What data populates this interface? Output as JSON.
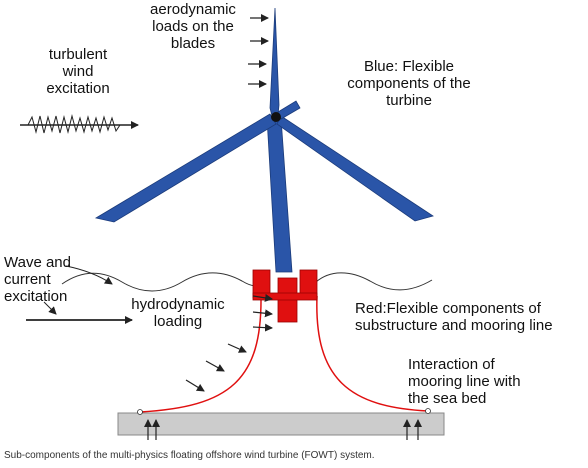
{
  "labels": {
    "aero": "aerodynamic\nloads on the\nblades",
    "wind": "turbulent\nwind\nexcitation",
    "blue": "Blue: Flexible\ncomponents of the\nturbine",
    "wave": "Wave and\ncurrent\nexcitation",
    "hydro": "hydrodynamic\nloading",
    "red": "Red:Flexible components of\nsubstructure and mooring line",
    "seabed": "Interaction of\nmooring line with\nthe sea bed"
  },
  "caption": "Sub-components of the multi-physics floating offshore wind turbine (FOWT) system.",
  "colors": {
    "turbine": "#2a55a8",
    "substructure": "#e01010",
    "seabed": "#cccccc",
    "line": "#222222"
  }
}
